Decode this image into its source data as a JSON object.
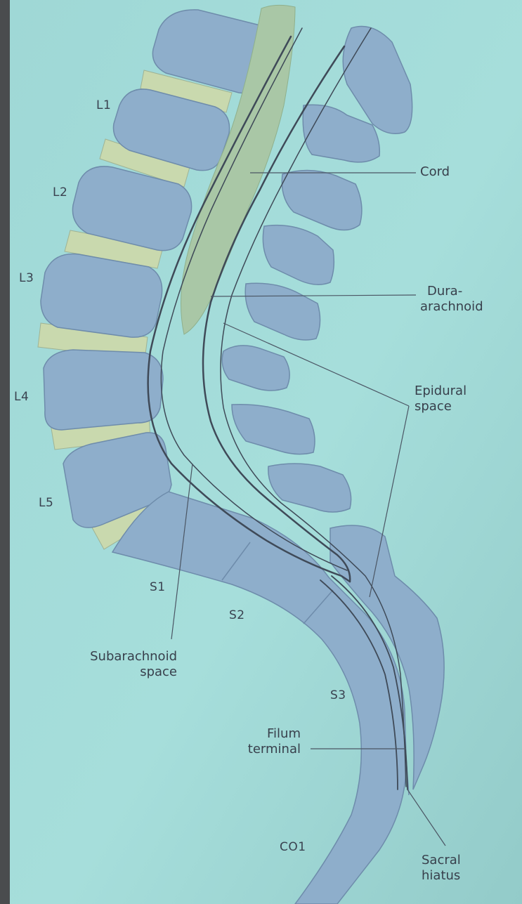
{
  "vertebra_labels": {
    "l1": "L1",
    "l2": "L2",
    "l3": "L3",
    "l4": "L4",
    "l5": "L5",
    "s1": "S1",
    "s2": "S2",
    "s3": "S3",
    "co1": "CO1"
  },
  "callouts": {
    "cord": "Cord",
    "dura_1": "Dura-",
    "dura_2": "arachnoid",
    "epidural_1": "Epidural",
    "epidural_2": "space",
    "subarachnoid_1": "Subarachnoid",
    "subarachnoid_2": "space",
    "filum_1": "Filum",
    "filum_2": "terminal",
    "sacral_1": "Sacral",
    "sacral_2": "hiatus"
  },
  "colors": {
    "background": "#9fd6d4",
    "bone": "#8eaecb",
    "bone_outline": "#6e8cab",
    "disc": "#c9d9ae",
    "cord": "#a9c7a6",
    "line": "#3f4a58"
  }
}
